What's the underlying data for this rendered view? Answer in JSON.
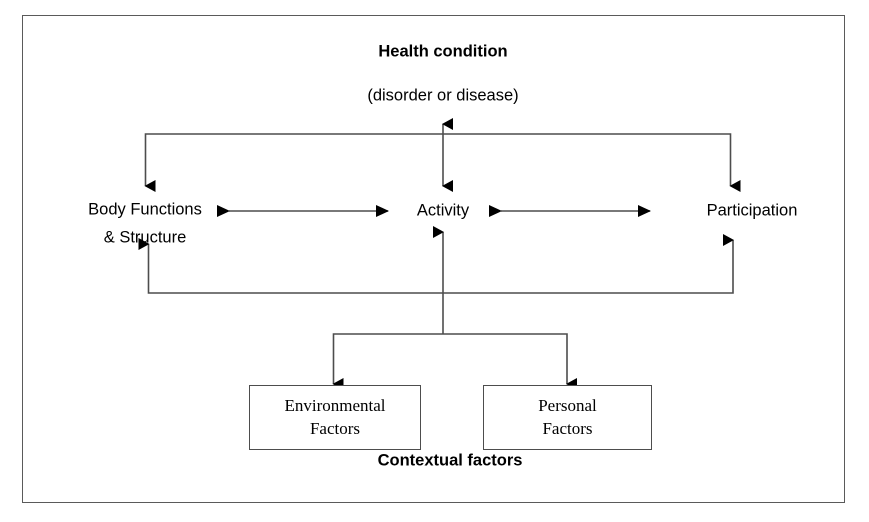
{
  "diagram": {
    "title": "Health condition",
    "subtitle": "(disorder or disease)",
    "nodes": {
      "health_condition": "Health condition",
      "health_condition_detail": "(disorder or disease)",
      "body_functions": "Body Functions\n& Structure",
      "activity": "Activity",
      "participation": "Participation",
      "environmental_factors": "Environmental\nFactors",
      "personal_factors": "Personal\nFactors"
    },
    "captions": {
      "contextual_factors": "Contextual factors"
    },
    "colors": {
      "frame_border": "#5a5a5a",
      "box_border": "#4d4d4d",
      "connector": "#4d4d4d",
      "arrowhead": "#000000",
      "text": "#000000",
      "background": "#ffffff"
    },
    "connectors": [
      {
        "name": "health-condition-to-activity",
        "type": "double-arrow-vertical"
      },
      {
        "name": "health-bus-to-body-functions",
        "type": "elbow-arrow-down"
      },
      {
        "name": "health-bus-to-participation",
        "type": "elbow-arrow-down"
      },
      {
        "name": "body-functions-to-activity",
        "type": "double-arrow-horizontal"
      },
      {
        "name": "activity-to-participation",
        "type": "double-arrow-horizontal"
      },
      {
        "name": "return-bus-to-body-functions",
        "type": "elbow-arrow-up"
      },
      {
        "name": "return-bus-to-participation",
        "type": "elbow-arrow-up"
      },
      {
        "name": "contextual-to-activity",
        "type": "arrow-up"
      },
      {
        "name": "contextual-bus-to-environmental",
        "type": "elbow-arrow-down"
      },
      {
        "name": "contextual-bus-to-personal",
        "type": "elbow-arrow-down"
      }
    ]
  }
}
